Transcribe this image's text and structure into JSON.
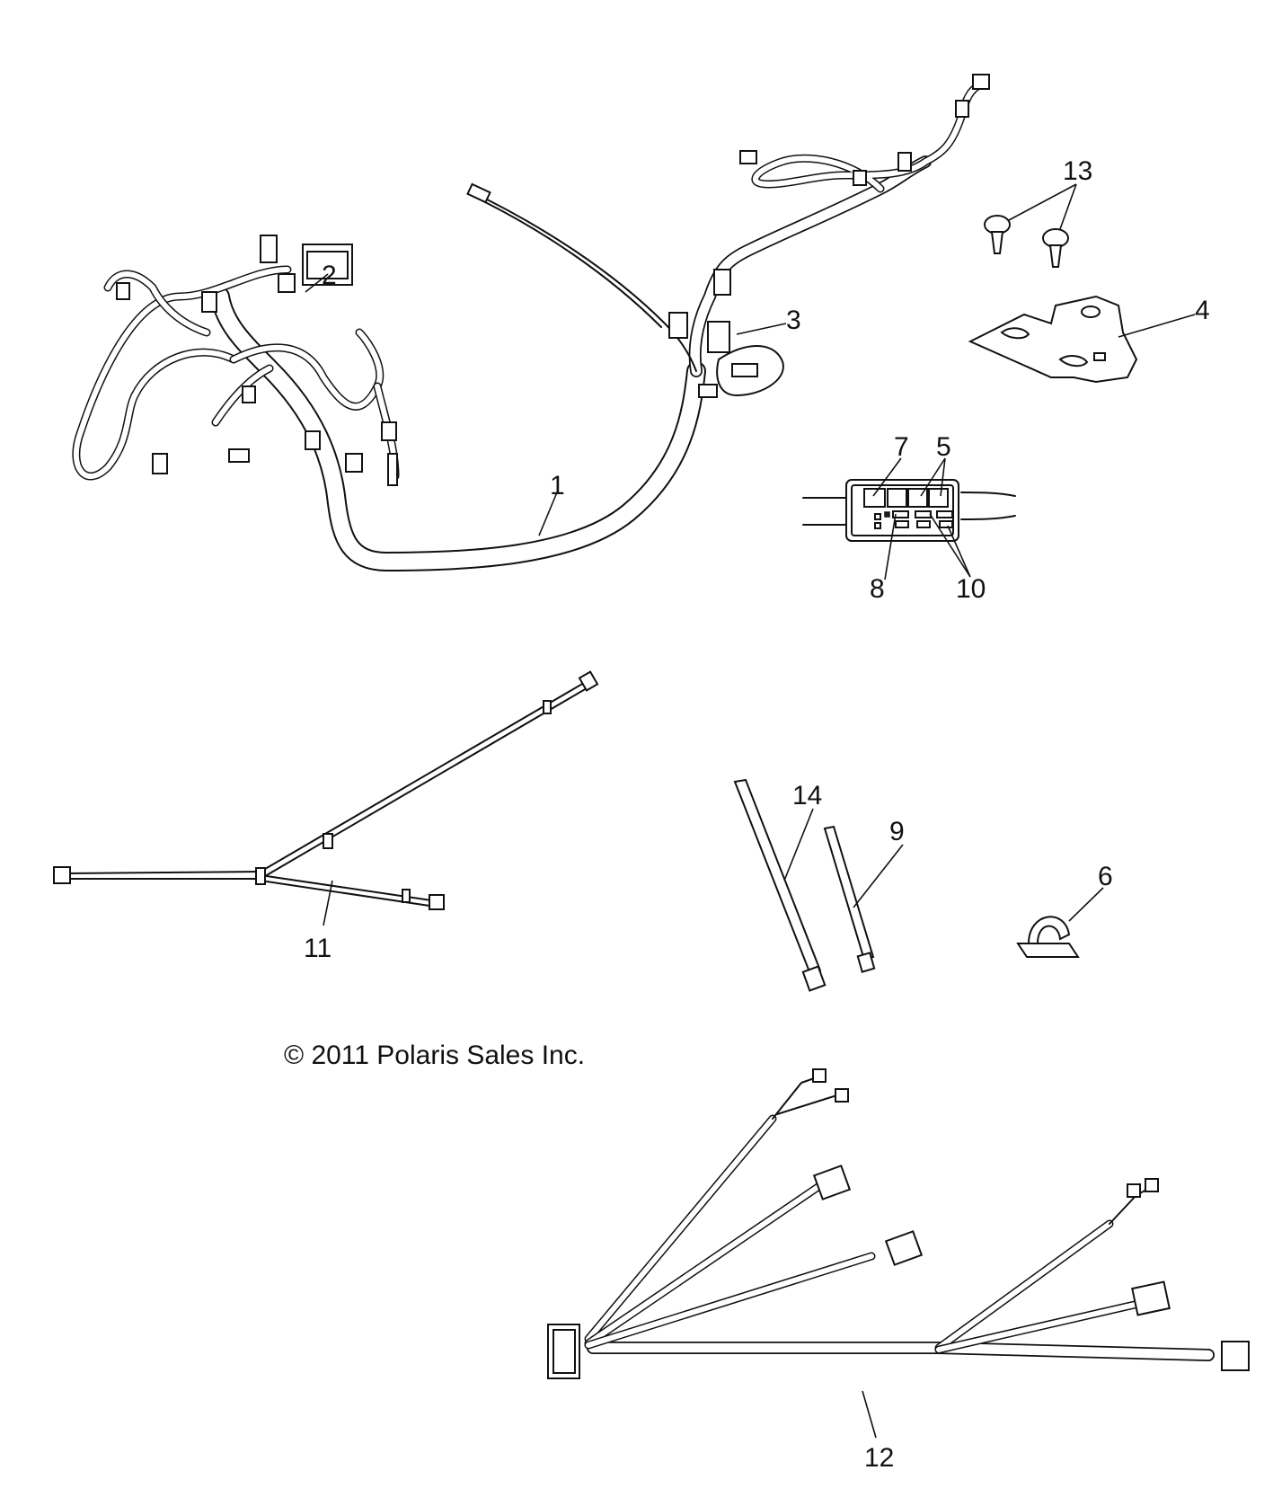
{
  "diagram": {
    "type": "exploded parts diagram",
    "subject": "wire harness assembly",
    "copyright": "© 2011 Polaris Sales Inc.",
    "callouts": [
      {
        "id": "1",
        "label": "1",
        "part": "main-harness"
      },
      {
        "id": "2",
        "label": "2",
        "part": "harness-module"
      },
      {
        "id": "3",
        "label": "3",
        "part": "harness-branch"
      },
      {
        "id": "4",
        "label": "4",
        "part": "mounting-bracket"
      },
      {
        "id": "5",
        "label": "5",
        "part": "relay"
      },
      {
        "id": "6",
        "label": "6",
        "part": "cable-clamp"
      },
      {
        "id": "7",
        "label": "7",
        "part": "relay"
      },
      {
        "id": "8",
        "label": "8",
        "part": "fuse"
      },
      {
        "id": "9",
        "label": "9",
        "part": "cable-tie-short"
      },
      {
        "id": "10",
        "label": "10",
        "part": "fuse"
      },
      {
        "id": "11",
        "label": "11",
        "part": "y-harness"
      },
      {
        "id": "12",
        "label": "12",
        "part": "multi-branch-harness"
      },
      {
        "id": "13",
        "label": "13",
        "part": "push-rivet"
      },
      {
        "id": "14",
        "label": "14",
        "part": "cable-tie-long"
      }
    ]
  }
}
